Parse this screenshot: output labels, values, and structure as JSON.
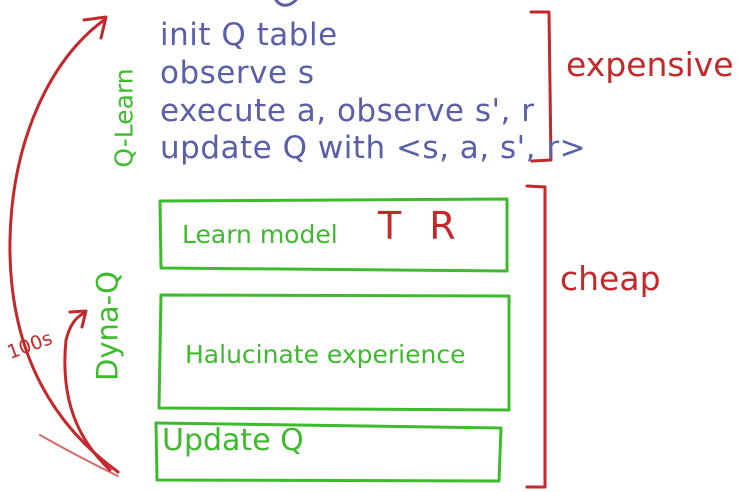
{
  "q_learning": {
    "section_label": "Q-Learn",
    "steps": [
      "init Q table",
      "observe s",
      "execute a, observe s', r",
      "update Q with <s, a, s', r>"
    ],
    "cost_label": "expensive"
  },
  "dyna_q": {
    "section_label": "Dyna-Q",
    "learn_model_label": "Learn model",
    "model_symbols": "T R",
    "hallucinate_label": "Halucinate experience",
    "update_label": "Update Q",
    "cost_label": "cheap",
    "repeat_label": "100s"
  },
  "colors": {
    "q_learning_text": "#5a5fa8",
    "dyna_green": "#3dbb2c",
    "annotation_red": "#c4282a"
  }
}
